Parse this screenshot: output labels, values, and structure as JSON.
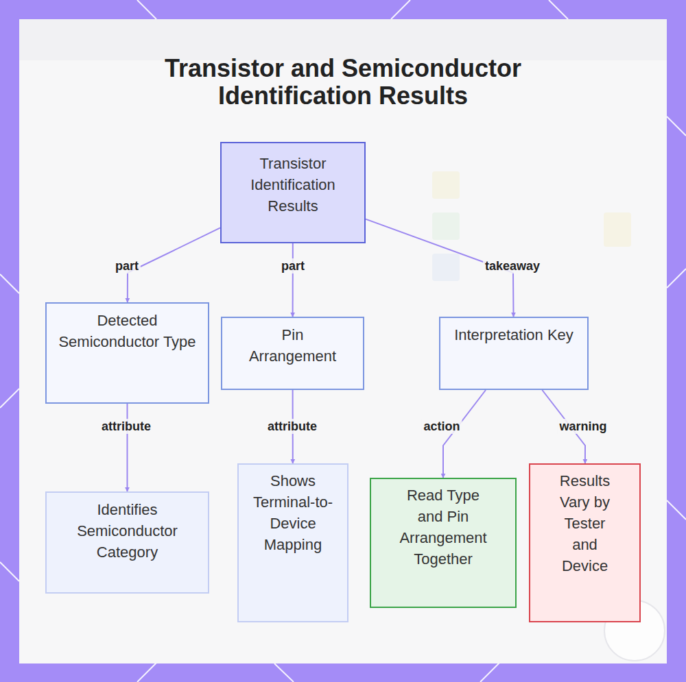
{
  "diagram": {
    "title": "Transistor and Semiconductor Identification Results",
    "nodes": [
      {
        "text": [
          "Transistor Identification Results"
        ]
      },
      {
        "text": [
          "Detected Semiconductor Type"
        ]
      },
      {
        "text": [
          "Pin Arrangement"
        ]
      },
      {
        "text": [
          "Interpretation Key"
        ]
      },
      {
        "text": [
          "Identifies Semiconductor Category"
        ]
      },
      {
        "text": [
          "Shows Terminal-to-Device Mapping"
        ]
      },
      {
        "text": [
          "Read Type and Pin Arrangement Together"
        ]
      },
      {
        "text": [
          "Results Vary by Tester and Device"
        ]
      }
    ],
    "edges": [
      {
        "from": 0,
        "to": 1,
        "label": "part",
        "arrow": "to"
      },
      {
        "from": 0,
        "to": 2,
        "label": "part",
        "arrow": "to"
      },
      {
        "from": 0,
        "to": 3,
        "label": "takeaway",
        "arrow": "to"
      },
      {
        "from": 1,
        "to": 4,
        "label": "attribute",
        "arrow": "to"
      },
      {
        "from": 2,
        "to": 5,
        "label": "attribute",
        "arrow": "to"
      },
      {
        "from": 3,
        "to": 6,
        "label": "action",
        "arrow": "to"
      },
      {
        "from": 3,
        "to": 7,
        "label": "warning",
        "arrow": "to"
      }
    ]
  }
}
